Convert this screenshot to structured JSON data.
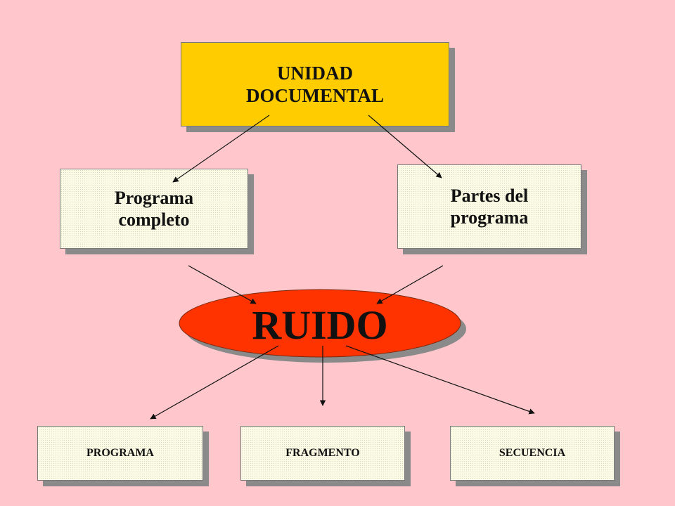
{
  "nodes": {
    "unidad_documental": "UNIDAD\nDOCUMENTAL",
    "programa_completo": "Programa\ncompleto",
    "partes_del_programa": "Partes del\nprograma",
    "ruido": "RUIDO",
    "programa": "PROGRAMA",
    "fragmento": "FRAGMENTO",
    "secuencia": "SECUENCIA"
  },
  "colors": {
    "background": "#FFC7CC",
    "top_box": "#FFCC00",
    "ruido_ellipse": "#FF3300",
    "light_box": "#FBFBE6",
    "arrow": "#111111"
  },
  "edges": [
    {
      "from": "UNIDAD DOCUMENTAL",
      "to": "Programa completo"
    },
    {
      "from": "UNIDAD DOCUMENTAL",
      "to": "Partes del programa"
    },
    {
      "from": "Programa completo",
      "to": "RUIDO"
    },
    {
      "from": "Partes del programa",
      "to": "RUIDO"
    },
    {
      "from": "RUIDO",
      "to": "PROGRAMA"
    },
    {
      "from": "RUIDO",
      "to": "FRAGMENTO"
    },
    {
      "from": "RUIDO",
      "to": "SECUENCIA"
    }
  ]
}
